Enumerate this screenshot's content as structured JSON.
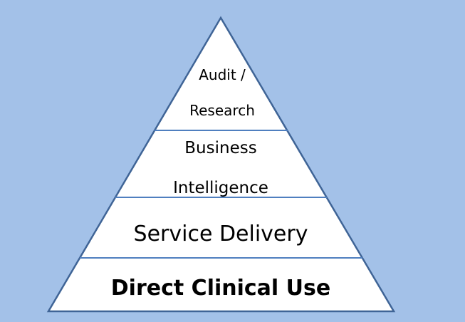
{
  "diagram": {
    "title": "Data use pyramid",
    "levels": [
      {
        "lines": [
          "Audit /",
          "Research"
        ]
      },
      {
        "lines": [
          "Business",
          "Intelligence"
        ]
      },
      {
        "lines": [
          "Service Delivery"
        ]
      },
      {
        "lines": [
          "Direct Clinical Use"
        ]
      }
    ]
  },
  "colors": {
    "background": "#a3c1e8",
    "fill": "#ffffff",
    "outline": "#3f6496",
    "divider": "#4f7fbf"
  }
}
